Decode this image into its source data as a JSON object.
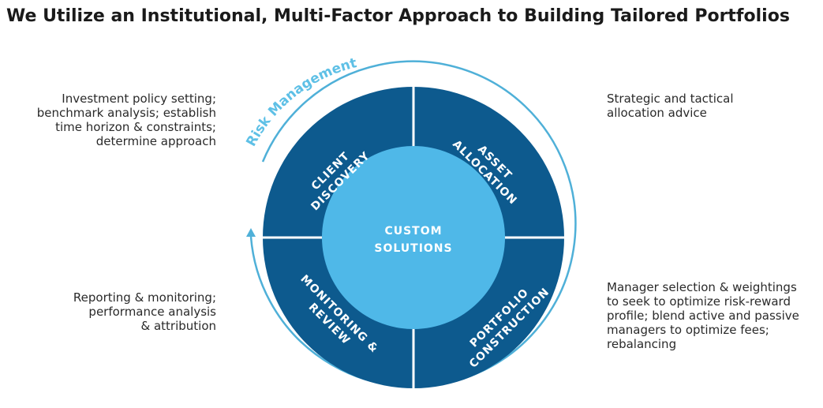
{
  "title": "We Utilize an Institutional, Multi-Factor Approach to Building Tailored Portfolios",
  "colors": {
    "segment": "#0d5a8e",
    "center": "#4fb8e8",
    "ring": "#4fb0d8",
    "divider": "#ffffff"
  },
  "risk_label": "Risk Management",
  "center": {
    "line1": "CUSTOM",
    "line2": "SOLUTIONS"
  },
  "segments": {
    "client_discovery": {
      "line1": "CLIENT",
      "line2": "DISCOVERY"
    },
    "asset_allocation": {
      "line1": "ASSET",
      "line2": "ALLOCATION"
    },
    "portfolio_construction": {
      "line1": "PORTFOLIO",
      "line2": "CONSTRUCTION"
    },
    "monitoring_review": {
      "line1": "MONITORING &",
      "line2": "REVIEW"
    }
  },
  "descriptions": {
    "client_discovery": [
      "Investment policy setting;",
      "benchmark analysis; establish",
      "time horizon & constraints;",
      "determine approach"
    ],
    "asset_allocation": [
      "Strategic and tactical",
      "allocation advice"
    ],
    "monitoring_review": [
      "Reporting & monitoring;",
      "performance analysis",
      "& attribution"
    ],
    "portfolio_construction": [
      "Manager selection & weightings",
      "to seek to optimize risk-reward",
      "profile; blend active and passive",
      "managers to optimize fees;",
      "rebalancing"
    ]
  }
}
